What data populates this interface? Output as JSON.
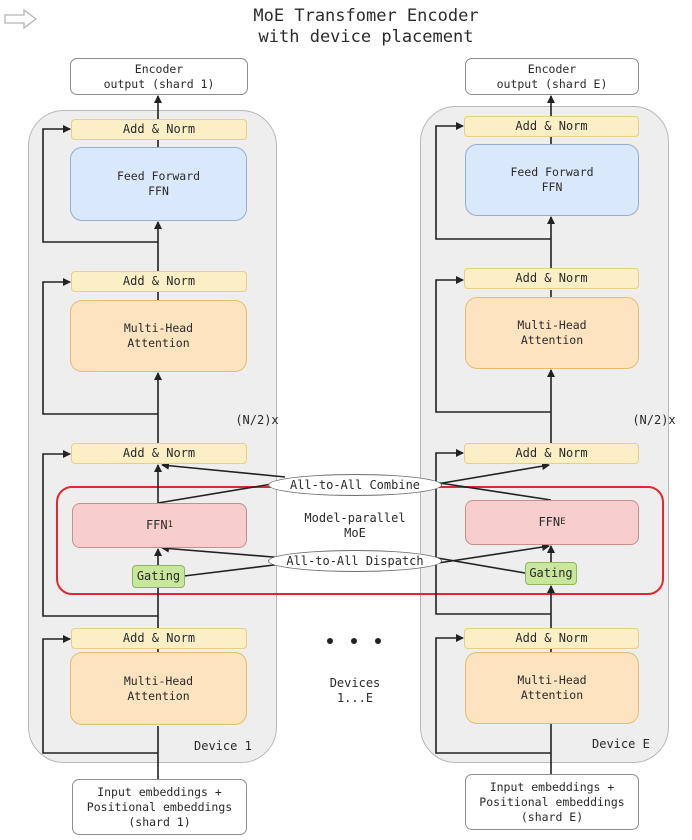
{
  "header": {
    "icon": "arrow-right-icon",
    "title_line1": "MoE Transfomer Encoder",
    "title_line2": "with device placement"
  },
  "devices": [
    {
      "name": "Device 1",
      "output_label": "Encoder\noutput (shard 1)",
      "input_label": "Input embeddings +\nPositional embeddings\n(shard 1)",
      "add_norm": "Add & Norm",
      "ffn_label": "Feed Forward\nFFN",
      "mha_label": "Multi-Head\nAttention",
      "expert_label": "FFN",
      "expert_sub": "1",
      "gating_label": "Gating",
      "repeat_label": "(N/2)x"
    },
    {
      "name": "Device E",
      "output_label": "Encoder\noutput (shard E)",
      "input_label": "Input embeddings +\nPositional embeddings\n(shard E)",
      "add_norm": "Add & Norm",
      "ffn_label": "Feed Forward\nFFN",
      "mha_label": "Multi-Head\nAttention",
      "expert_label": "FFN",
      "expert_sub": "E",
      "gating_label": "Gating",
      "repeat_label": "(N/2)x"
    }
  ],
  "moe": {
    "label": "Model-parallel\nMoE",
    "combine_label": "All-to-All Combine",
    "dispatch_label": "All-to-All Dispatch",
    "border_color": "#e0282d"
  },
  "middle": {
    "ellipsis": "• • •",
    "devices_label": "Devices\n1...E"
  },
  "colors": {
    "add_norm": "#fcefc6",
    "ffn": "#dae8fb",
    "mha": "#fde3c0",
    "expert": "#f7cdcd",
    "gating": "#c9e79a",
    "device_bg": "#eeeeee"
  }
}
